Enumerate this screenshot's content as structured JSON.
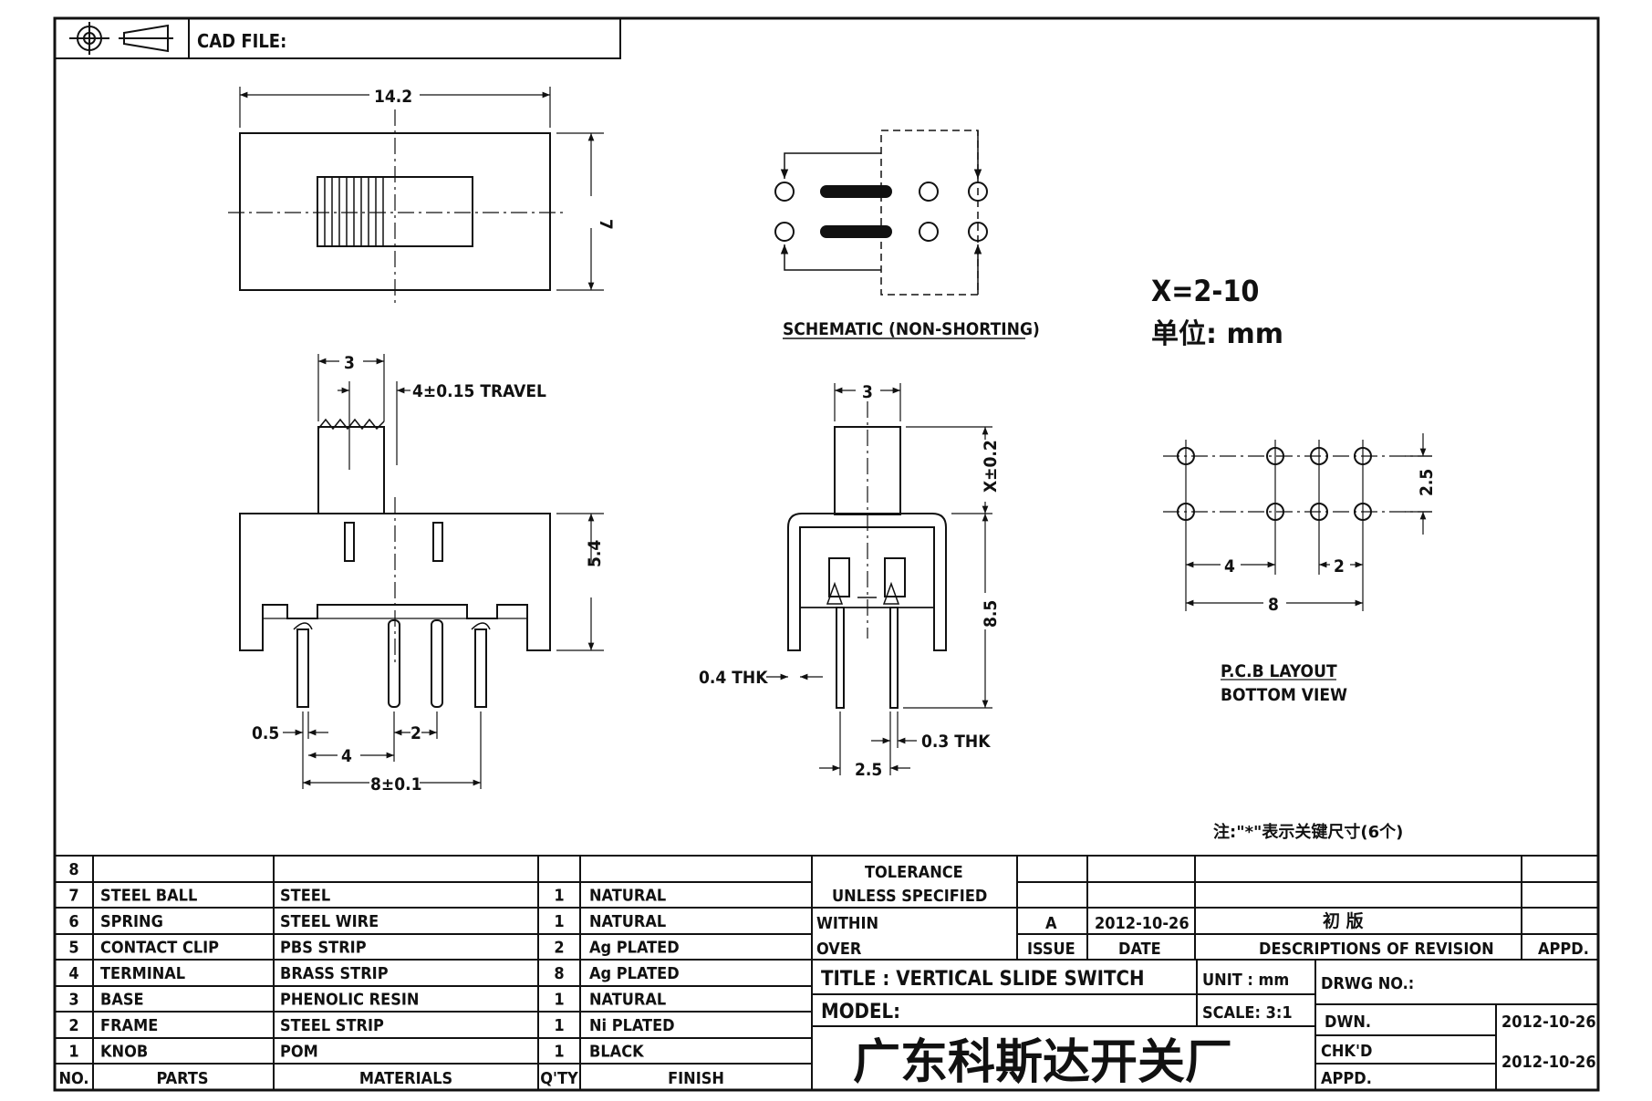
{
  "header": {
    "cad_label": "CAD FILE:"
  },
  "top_view": {
    "width_dim": "14.2",
    "height_dim": "7"
  },
  "side_view": {
    "actuator_dim": "3",
    "travel": "4±0.15 TRAVEL",
    "height_dim": "5.4",
    "pin_dim": "0.5",
    "pitch_small": "2",
    "pitch_mid": "4",
    "span": "8±0.1"
  },
  "front_view": {
    "actuator_dim": "3",
    "x_dim": "X±0.2",
    "height_dim": "8.5",
    "frame_thk": "0.4 THK",
    "pin_thk": "0.3 THK",
    "pin_pitch": "2.5"
  },
  "schematic": {
    "caption": "SCHEMATIC (NON-SHORTING)"
  },
  "spec": {
    "x_range": "X=2-10",
    "unit_label": "单位: mm"
  },
  "pcb": {
    "pitch_v": "2.5",
    "pitch_a": "4",
    "pitch_b": "2",
    "span": "8",
    "caption1": "P.C.B LAYOUT",
    "caption2": "BOTTOM VIEW"
  },
  "note": "注:\"*\"表示关键尺寸(6个)",
  "bom": {
    "rows": [
      {
        "no": "8",
        "part": "",
        "material": "",
        "qty": "",
        "finish": ""
      },
      {
        "no": "7",
        "part": "STEEL BALL",
        "material": "STEEL",
        "qty": "1",
        "finish": "NATURAL"
      },
      {
        "no": "6",
        "part": "SPRING",
        "material": "STEEL WIRE",
        "qty": "1",
        "finish": "NATURAL"
      },
      {
        "no": "5",
        "part": "CONTACT CLIP",
        "material": "PBS STRIP",
        "qty": "2",
        "finish": "Ag PLATED"
      },
      {
        "no": "4",
        "part": "TERMINAL",
        "material": "BRASS STRIP",
        "qty": "8",
        "finish": "Ag PLATED"
      },
      {
        "no": "3",
        "part": "BASE",
        "material": "PHENOLIC RESIN",
        "qty": "1",
        "finish": "NATURAL"
      },
      {
        "no": "2",
        "part": "FRAME",
        "material": "STEEL STRIP",
        "qty": "1",
        "finish": "Ni PLATED"
      },
      {
        "no": "1",
        "part": "KNOB",
        "material": "POM",
        "qty": "1",
        "finish": "BLACK"
      }
    ],
    "headers": {
      "no": "NO.",
      "part": "PARTS",
      "material": "MATERIALS",
      "qty": "Q'TY",
      "finish": "FINISH"
    }
  },
  "title_block": {
    "tolerance": "TOLERANCE",
    "unless": "UNLESS  SPECIFIED",
    "within": "WITHIN",
    "over": "OVER",
    "issue_value": "A",
    "date_value": "2012-10-26",
    "revision_desc": "初  版",
    "issue_label": "ISSUE",
    "date_label": "DATE",
    "desc_label": "DESCRIPTIONS OF REVISION",
    "appd_label": "APPD.",
    "title": "TITLE :  VERTICAL SLIDE SWITCH",
    "unit": "UNIT :  mm",
    "drwg_no": "DRWG NO.:",
    "model": "MODEL:",
    "scale": "SCALE:  3:1",
    "dwn_label": "DWN.",
    "dwn_date": "2012-10-26",
    "chkd_label": "CHK'D",
    "chkd_date": "2012-10-26",
    "appd2_label": "APPD.",
    "company": "广东科斯达开关厂"
  }
}
